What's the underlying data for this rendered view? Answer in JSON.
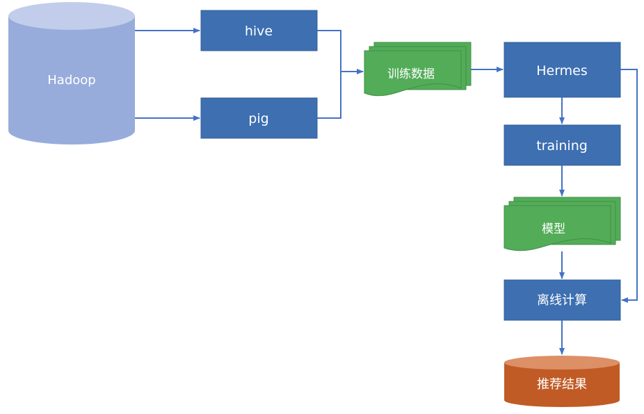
{
  "nodes": {
    "hadoop": "Hadoop",
    "hive": "hive",
    "pig": "pig",
    "training_data": "训练数据",
    "hermes": "Hermes",
    "training": "training",
    "model": "模型",
    "offline_compute": "离线计算",
    "recommend_results": "推荐结果"
  },
  "colors": {
    "process_box": "#3d6fb1",
    "process_border": "#335f99",
    "cylinder_body": "#97acdb",
    "cylinder_top": "#c1cdea",
    "document_fill": "#53ac58",
    "document_edge": "#3f8f46",
    "result_body": "#c05b26",
    "result_top": "#dd8f66",
    "arrow": "#4472c4",
    "label": "#ffffff"
  }
}
